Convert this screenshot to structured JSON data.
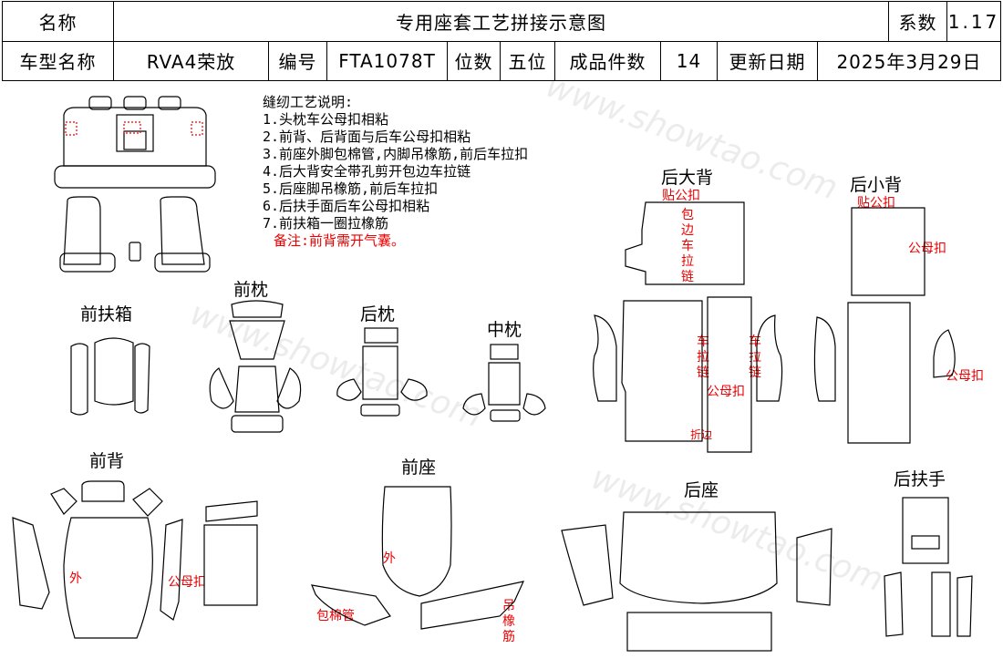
{
  "header": {
    "name_label": "名称",
    "title": "专用座套工艺拼接示意图",
    "series_label": "系数",
    "series_value": "1.17",
    "model_label": "车型名称",
    "model_value": "RVA4荣放",
    "code_label": "编号",
    "code_value": "FTA1078T",
    "seats_label": "位数",
    "seats_value": "五位",
    "pieces_label": "成品件数",
    "pieces_value": "14",
    "updated_label": "更新日期",
    "updated_value": "2025年3月29日"
  },
  "notes": {
    "heading": "缝纫工艺说明:",
    "items": [
      "1.头枕车公母扣相粘",
      "2.前背、后背面与后车公母扣相粘",
      "3.前座外脚包棉管,内脚吊橡筋,前后车拉扣",
      "4.后大背安全带孔剪开包边车拉链",
      "5.后座脚吊橡筋,前后车拉扣",
      "6.后扶手面后车公母扣相粘",
      "7.前扶箱一圈拉橡筋"
    ],
    "remark": "备注:前背需开气囊。"
  },
  "sections": {
    "front_armbox": "前扶箱",
    "front_headrest": "前枕",
    "rear_headrest": "后枕",
    "middle_headrest": "中枕",
    "rear_big_back": "后大背",
    "rear_small_back": "后小背",
    "front_back": "前背",
    "front_seat": "前座",
    "rear_seat": "后座",
    "rear_armrest": "后扶手"
  },
  "annotations": {
    "paste_buckle_1": "贴公扣",
    "paste_buckle_2": "贴公扣",
    "binding_zipper": "包边车拉链",
    "zipper_left": "车拉链",
    "zipper_right": "车拉链",
    "mf_buckle_mid": "公母扣",
    "fold_edge": "折边",
    "mf_buckle_small_top": "公母扣",
    "mf_buckle_small_side": "公母扣",
    "outer_front_back": "外",
    "mf_buckle_front_back": "公母扣",
    "outer_front_seat": "外",
    "cotton_tube": "包棉管",
    "elastic": "吊橡筋"
  },
  "watermark": "www.showtao.com"
}
